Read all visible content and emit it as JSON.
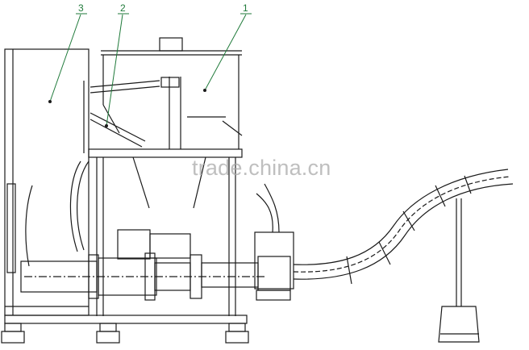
{
  "callouts": {
    "part_1": "1",
    "part_2": "2",
    "part_3": "3"
  },
  "watermark": "trade.china.cn",
  "colors": {
    "line": "#1a1a1a",
    "hatch": "#555555",
    "callout": "#1f7a3a",
    "watermark": "#aaaaaa"
  }
}
